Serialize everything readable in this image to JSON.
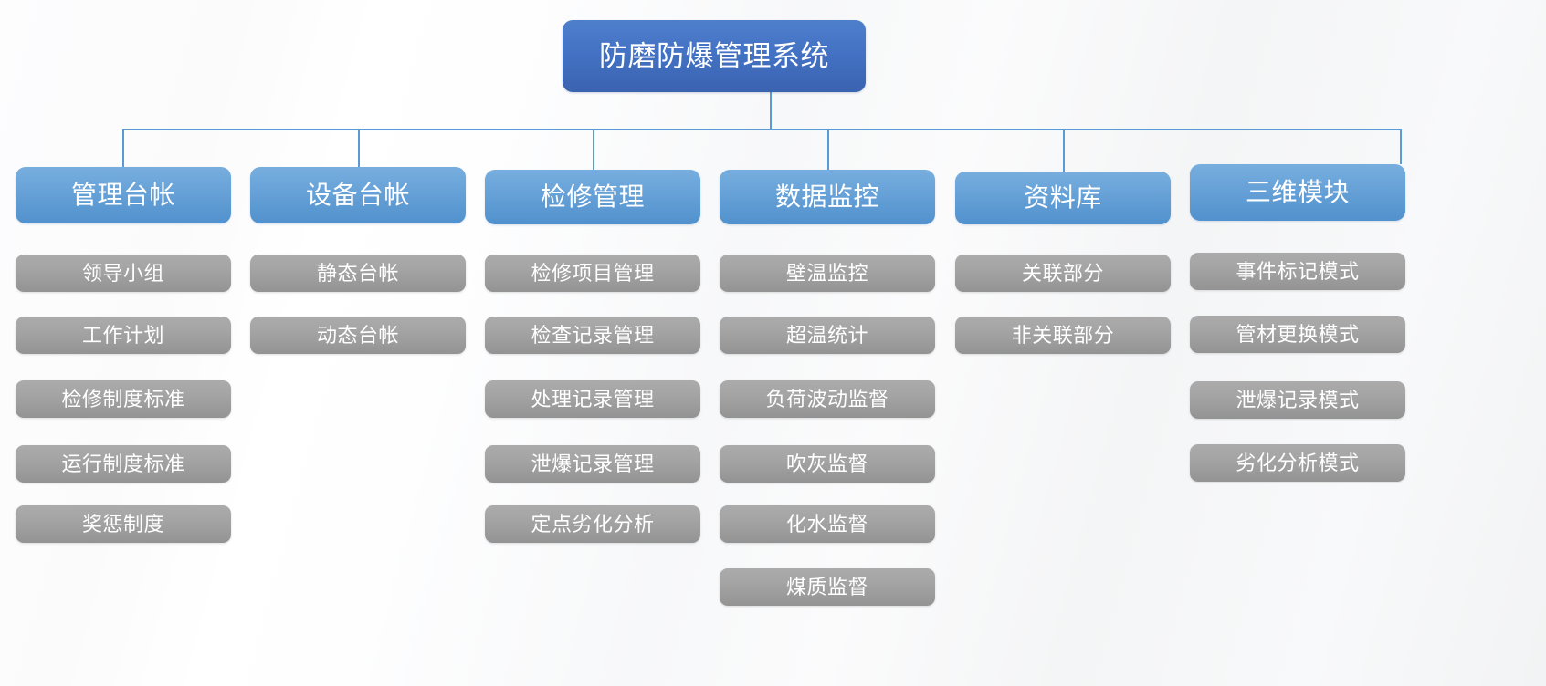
{
  "theme": {
    "root_color": "#4472C4",
    "level2_color": "#5B9BD5",
    "level3_color": "#A6A6A6",
    "connector_color": "#5B9BD5",
    "text_color": "#FFFFFF",
    "background_color": "#FAFBFC"
  },
  "diagram": {
    "type": "organization-chart",
    "root": {
      "label": "防磨防爆管理系统"
    },
    "columns": [
      {
        "label": "管理台帐",
        "children": [
          "领导小组",
          "工作计划",
          "检修制度标准",
          "运行制度标准",
          "奖惩制度"
        ]
      },
      {
        "label": "设备台帐",
        "children": [
          "静态台帐",
          "动态台帐"
        ]
      },
      {
        "label": "检修管理",
        "children": [
          "检修项目管理",
          "检查记录管理",
          "处理记录管理",
          "泄爆记录管理",
          "定点劣化分析"
        ]
      },
      {
        "label": "数据监控",
        "children": [
          "壁温监控",
          "超温统计",
          "负荷波动监督",
          "吹灰监督",
          "化水监督",
          "煤质监督"
        ]
      },
      {
        "label": "资料库",
        "children": [
          "关联部分",
          "非关联部分"
        ]
      },
      {
        "label": "三维模块",
        "children": [
          "事件标记模式",
          "管材更换模式",
          "泄爆记录模式",
          "劣化分析模式"
        ]
      }
    ]
  }
}
